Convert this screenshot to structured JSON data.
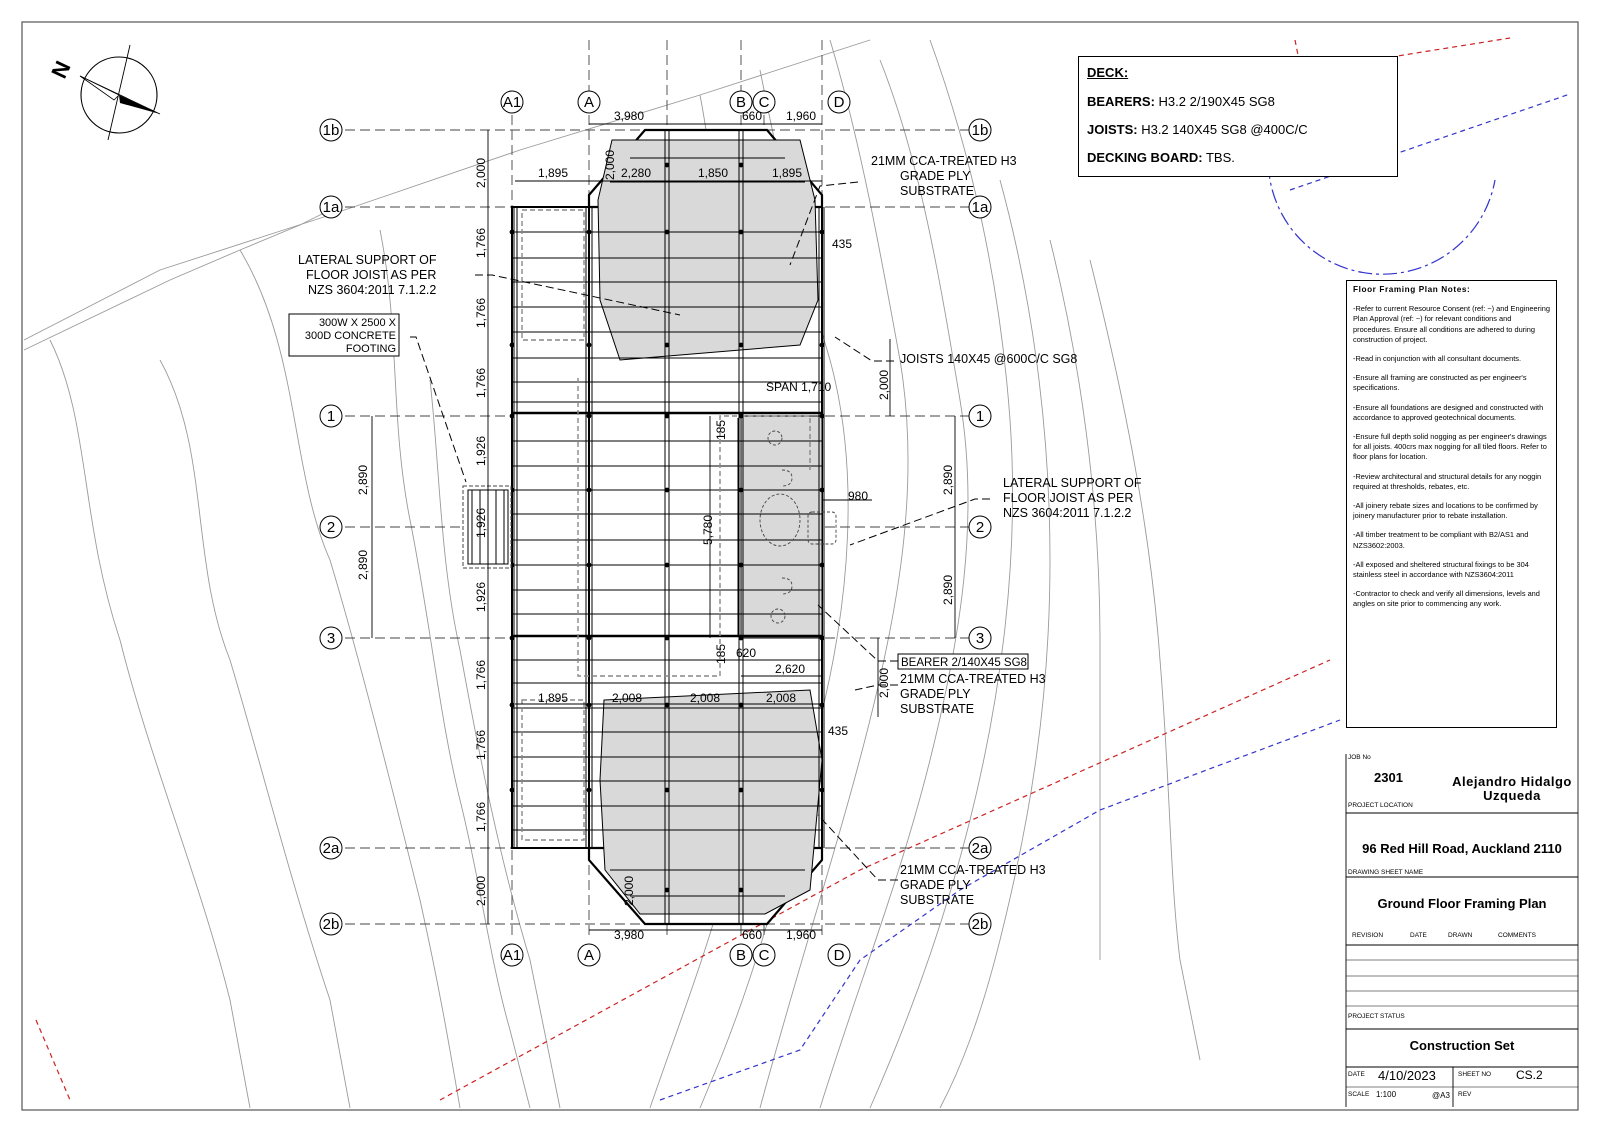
{
  "grid": {
    "columns": [
      "A1",
      "A",
      "B",
      "C",
      "D"
    ],
    "rows": [
      "1b",
      "1a",
      "1",
      "2",
      "3",
      "2a",
      "2b"
    ]
  },
  "north": {
    "label": "N"
  },
  "deck": {
    "title": "DECK:",
    "bearers_label": "BEARERS:",
    "bearers_value": "H3.2 2/190X45 SG8",
    "joists_label": "JOISTS:",
    "joists_value": "H3.2 140X45 SG8 @400C/C",
    "board_label": "DECKING BOARD:",
    "board_value": "TBS."
  },
  "annotations": {
    "ply_top": [
      "21MM CCA-TREATED H3",
      "GRADE PLY",
      "SUBSTRATE"
    ],
    "lateral_left": [
      "LATERAL SUPPORT OF",
      "FLOOR JOIST AS PER",
      "NZS 3604:2011 7.1.2.2"
    ],
    "footing": [
      "300W X 2500 X",
      "300D CONCRETE",
      "FOOTING"
    ],
    "joists": "JOISTS 140X45 @600C/C SG8",
    "span": "SPAN 1,710",
    "lateral_right": [
      "LATERAL SUPPORT OF",
      "FLOOR JOIST AS PER",
      "NZS 3604:2011 7.1.2.2"
    ],
    "bearer": "BEARER 2/140X45 SG8",
    "ply_mid": [
      "21MM CCA-TREATED H3",
      "GRADE PLY",
      "SUBSTRATE"
    ],
    "ply_bottom": [
      "21MM CCA-TREATED H3",
      "GRADE PLY",
      "SUBSTRATE"
    ]
  },
  "dims": {
    "top_3980": "3,980",
    "top_660": "660",
    "top_1960": "1,960",
    "d_1895a": "1,895",
    "d_2000v": "2,000",
    "d_2280": "2,280",
    "d_1850": "1,850",
    "d_1895b": "1,895",
    "d_435a": "435",
    "left_2000a": "2,000",
    "left_1766a": "1,766",
    "left_1766b": "1,766",
    "left_1766c": "1,766",
    "left_1926a": "1,926",
    "left_1926b": "1,926",
    "left_1926c": "1,926",
    "left_1766d": "1,766",
    "left_1766e": "1,766",
    "left_1766f": "1,766",
    "left_2000b": "2,000",
    "d_2890a": "2,890",
    "d_2890b": "2,890",
    "d_2890c": "2,890",
    "d_2890d": "2,890",
    "d_2000r1": "2,000",
    "d_2000r2": "2,000",
    "d_185a": "185",
    "d_185b": "185",
    "d_5780": "5,780",
    "d_980": "980",
    "d_620": "620",
    "d_2620": "2,620",
    "d_1895c": "1,895",
    "d_2008a": "2,008",
    "d_2008b": "2,008",
    "d_2008c": "2,008",
    "d_435b": "435",
    "d_2000bot": "2,000",
    "bot_3980": "3,980",
    "bot_660": "660",
    "bot_1960": "1,960"
  },
  "notes": {
    "title": "Floor Framing Plan Notes:",
    "items": [
      "-Refer to current Resource Consent (ref: ~) and Engineering Plan Approval (ref: ~) for relevant conditions and procedures. Ensure all conditions are adhered to during construction of project.",
      "-Read in conjunction with all consultant documents.",
      "-Ensure all framing are constructed as per engineer's specifications.",
      "-Ensure all foundations are designed and constructed with accordance to approved geotechnical documents.",
      "-Ensure full depth solid nogging as per engineer's drawings for all joists. 400crs max nogging for all tiled floors. Refer to floor plans for location.",
      "-Review architectural and structural details for any noggin required at thresholds, rebates, etc.",
      "-All joinery rebate sizes and locations to be confirmed by joinery manufacturer prior to rebate installation.",
      "-All timber treatment to be compliant with B2/AS1 and NZS3602:2003.",
      "-All exposed and sheltered structural fixings to be 304 stainless steel in accordance with NZS3604:2011",
      "-Contractor to check and verify all dimensions, levels and angles on site prior to commencing any work."
    ]
  },
  "title_block": {
    "job_no_label": "JOB No",
    "job_no": "2301",
    "client": [
      "Alejandro Hidalgo",
      "Uzqueda"
    ],
    "project_location_label": "PROJECT LOCATION",
    "address": "96 Red Hill Road, Auckland 2110",
    "sheet_name_label": "DRAWING SHEET NAME",
    "sheet_name": "Ground Floor Framing Plan",
    "revision_headers": [
      "REVISION",
      "DATE",
      "DRAWN",
      "COMMENTS"
    ],
    "project_status_label": "PROJECT STATUS",
    "status": "Construction Set",
    "date_label": "DATE",
    "date": "4/10/2023",
    "sheet_no_label": "SHEET NO",
    "sheet_no": "CS.2",
    "scale_label": "SCALE",
    "scale": "1:100",
    "paper": "@A3",
    "rev_label": "REV"
  }
}
